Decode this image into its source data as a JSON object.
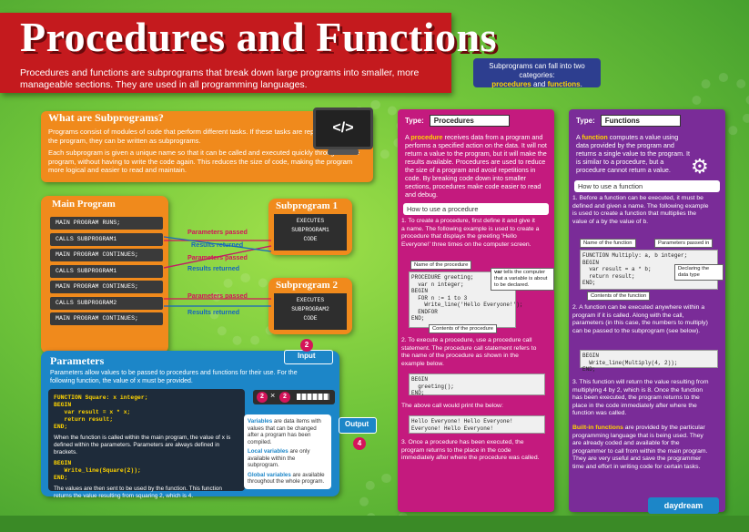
{
  "title": "Procedures and Functions",
  "intro": "Procedures and functions are subprograms that break down large programs into smaller, more manageable sections. They are used in all programming languages.",
  "what_are": {
    "heading": "What are Subprograms?",
    "p1": "Programs consist of modules of code that perform different tasks. If these tasks are repeated throughout the program, they can be written as subprograms.",
    "p2": "Each subprogram is given a unique name so that it can be called and executed quickly throughout the program, without having to write the code again. This reduces the size of code, making the program more logical and easier to read and maintain.",
    "monitor_icon": "</>"
  },
  "main_program": {
    "heading": "Main Program",
    "lines": [
      "MAIN PROGRAM RUNS;",
      "CALLS SUBPROGRAM1",
      "MAIN PROGRAM CONTINUES;",
      "CALLS SUBPROGRAM1",
      "MAIN PROGRAM CONTINUES;",
      "CALLS SUBPROGRAM2",
      "MAIN PROGRAM CONTINUES;"
    ]
  },
  "subprogram1": {
    "heading": "Subprogram 1",
    "line1": "EXECUTES",
    "line2": "SUBPROGRAM1",
    "line3": "CODE"
  },
  "subprogram2": {
    "heading": "Subprogram 2",
    "line1": "EXECUTES",
    "line2": "SUBPROGRAM2",
    "line3": "CODE"
  },
  "arrows": {
    "params_passed": "Parameters passed",
    "results_returned": "Results returned"
  },
  "parameters": {
    "heading": "Parameters",
    "desc": "Parameters allow values to be passed to procedures and functions for their use. For the following function, the value of x must be provided.",
    "code1": "FUNCTION Square: x integer;\nBEGIN\n   var result = x * x;\n   return result;\nEND;",
    "text1": "When the function is called within the main program, the value of x is defined within the parameters. Parameters are always defined in brackets.",
    "code2": "BEGIN\n   Write_line(Square(2));\nEND;",
    "text2": "The values are then sent to be used by the function. This function returns the value resulting from squaring 2, which is 4.",
    "input_label": "Input",
    "output_label": "Output",
    "input_value": "2",
    "machine_a": "2",
    "machine_op": "×",
    "machine_b": "2",
    "output_value": "4",
    "vars_b": "Variables",
    "vars_t": " are data items with values that can be changed after a program has been compiled.",
    "local_b": "Local variables",
    "local_t": " are only available within the subprogram.",
    "global_b": "Global variables",
    "global_t": " are available throughout the whole program."
  },
  "categories": {
    "text": "Subprograms can fall into two categories:",
    "proc": "procedures",
    "and": " and ",
    "func": "functions",
    "end": "."
  },
  "procedure": {
    "type_label": "Type:",
    "type_value": "Procedures",
    "desc_a": "A ",
    "desc_hi": "procedure",
    "desc_b": " receives data from a program and performs a specified action on the data. It will not return a value to the program, but it will make the results available. Procedures are used to reduce the size of a program and avoid repetitions in code. By breaking code down into smaller sections, procedures make code easier to read and debug.",
    "howto": "How to use a procedure",
    "step1": "1. To create a procedure, first define it and give it a name. The following example is used to create a procedure that displays the greeting 'Hello Everyone!' three times on the computer screen.",
    "name_callout": "Name of the procedure",
    "code1": "PROCEDURE greeting;\n  var n integer;\nBEGIN\n  FOR n := 1 to 3\n    Write_line('Hello Everyone!');\n  ENDFOR\nEND;",
    "var_callout_b": "var",
    "var_callout_t": " tells the computer that a variable is about to be declared.",
    "contents_callout": "Contents of the procedure",
    "step2": "2. To execute a procedure, use a procedure call statement. The procedure call statement refers to the name of the procedure as shown in the example below.",
    "code2": "BEGIN\n  greeting();\nEND;",
    "step_print": "The above call would print the below:",
    "output": "Hello Everyone! Hello Everyone!\nEveryone! Hello Everyone!",
    "step3": "3. Once a procedure has been executed, the program returns to the place in the code immediately after where the procedure was called."
  },
  "function": {
    "type_label": "Type:",
    "type_value": "Functions",
    "desc_a": "A ",
    "desc_hi": "function",
    "desc_b": " computes a value using data provided by the program and returns a single value to the program. It is similar to a procedure, but a procedure cannot return a value.",
    "howto": "How to use a function",
    "step1": "1. Before a function can be executed, it must be defined and given a name. The following example is used to create a function that multiplies the value of a by the value of b.",
    "name_callout": "Name of the function",
    "params_callout": "Parameters passed in",
    "code1": "FUNCTION Multiply: a, b integer;\nBEGIN\n  var result = a * b;\n  return result;\nEND;",
    "type_callout": "Declaring the data type",
    "contents_callout": "Contents of the function",
    "step2": "2. A function can be executed anywhere within a program if it is called. Along with the call, parameters (in this case, the numbers to multiply) can be passed to the subprogram (see below).",
    "code2": "BEGIN\n  Write_line(Multiply(4, 2));\nEND;",
    "step3": "3. This function will return the value resulting from multiplying 4 by 2, which is 8. Once the function has been executed, the program returns to the place in the code immediately after where the function was called.",
    "builtin_hi": "Built-in functions",
    "builtin_t": " are provided by the particular programming language that is being used. They are already coded and available for the programmer to call from within the main program. They are very useful and save the programmer time and effort in writing code for certain tasks."
  },
  "logo": "daydream"
}
